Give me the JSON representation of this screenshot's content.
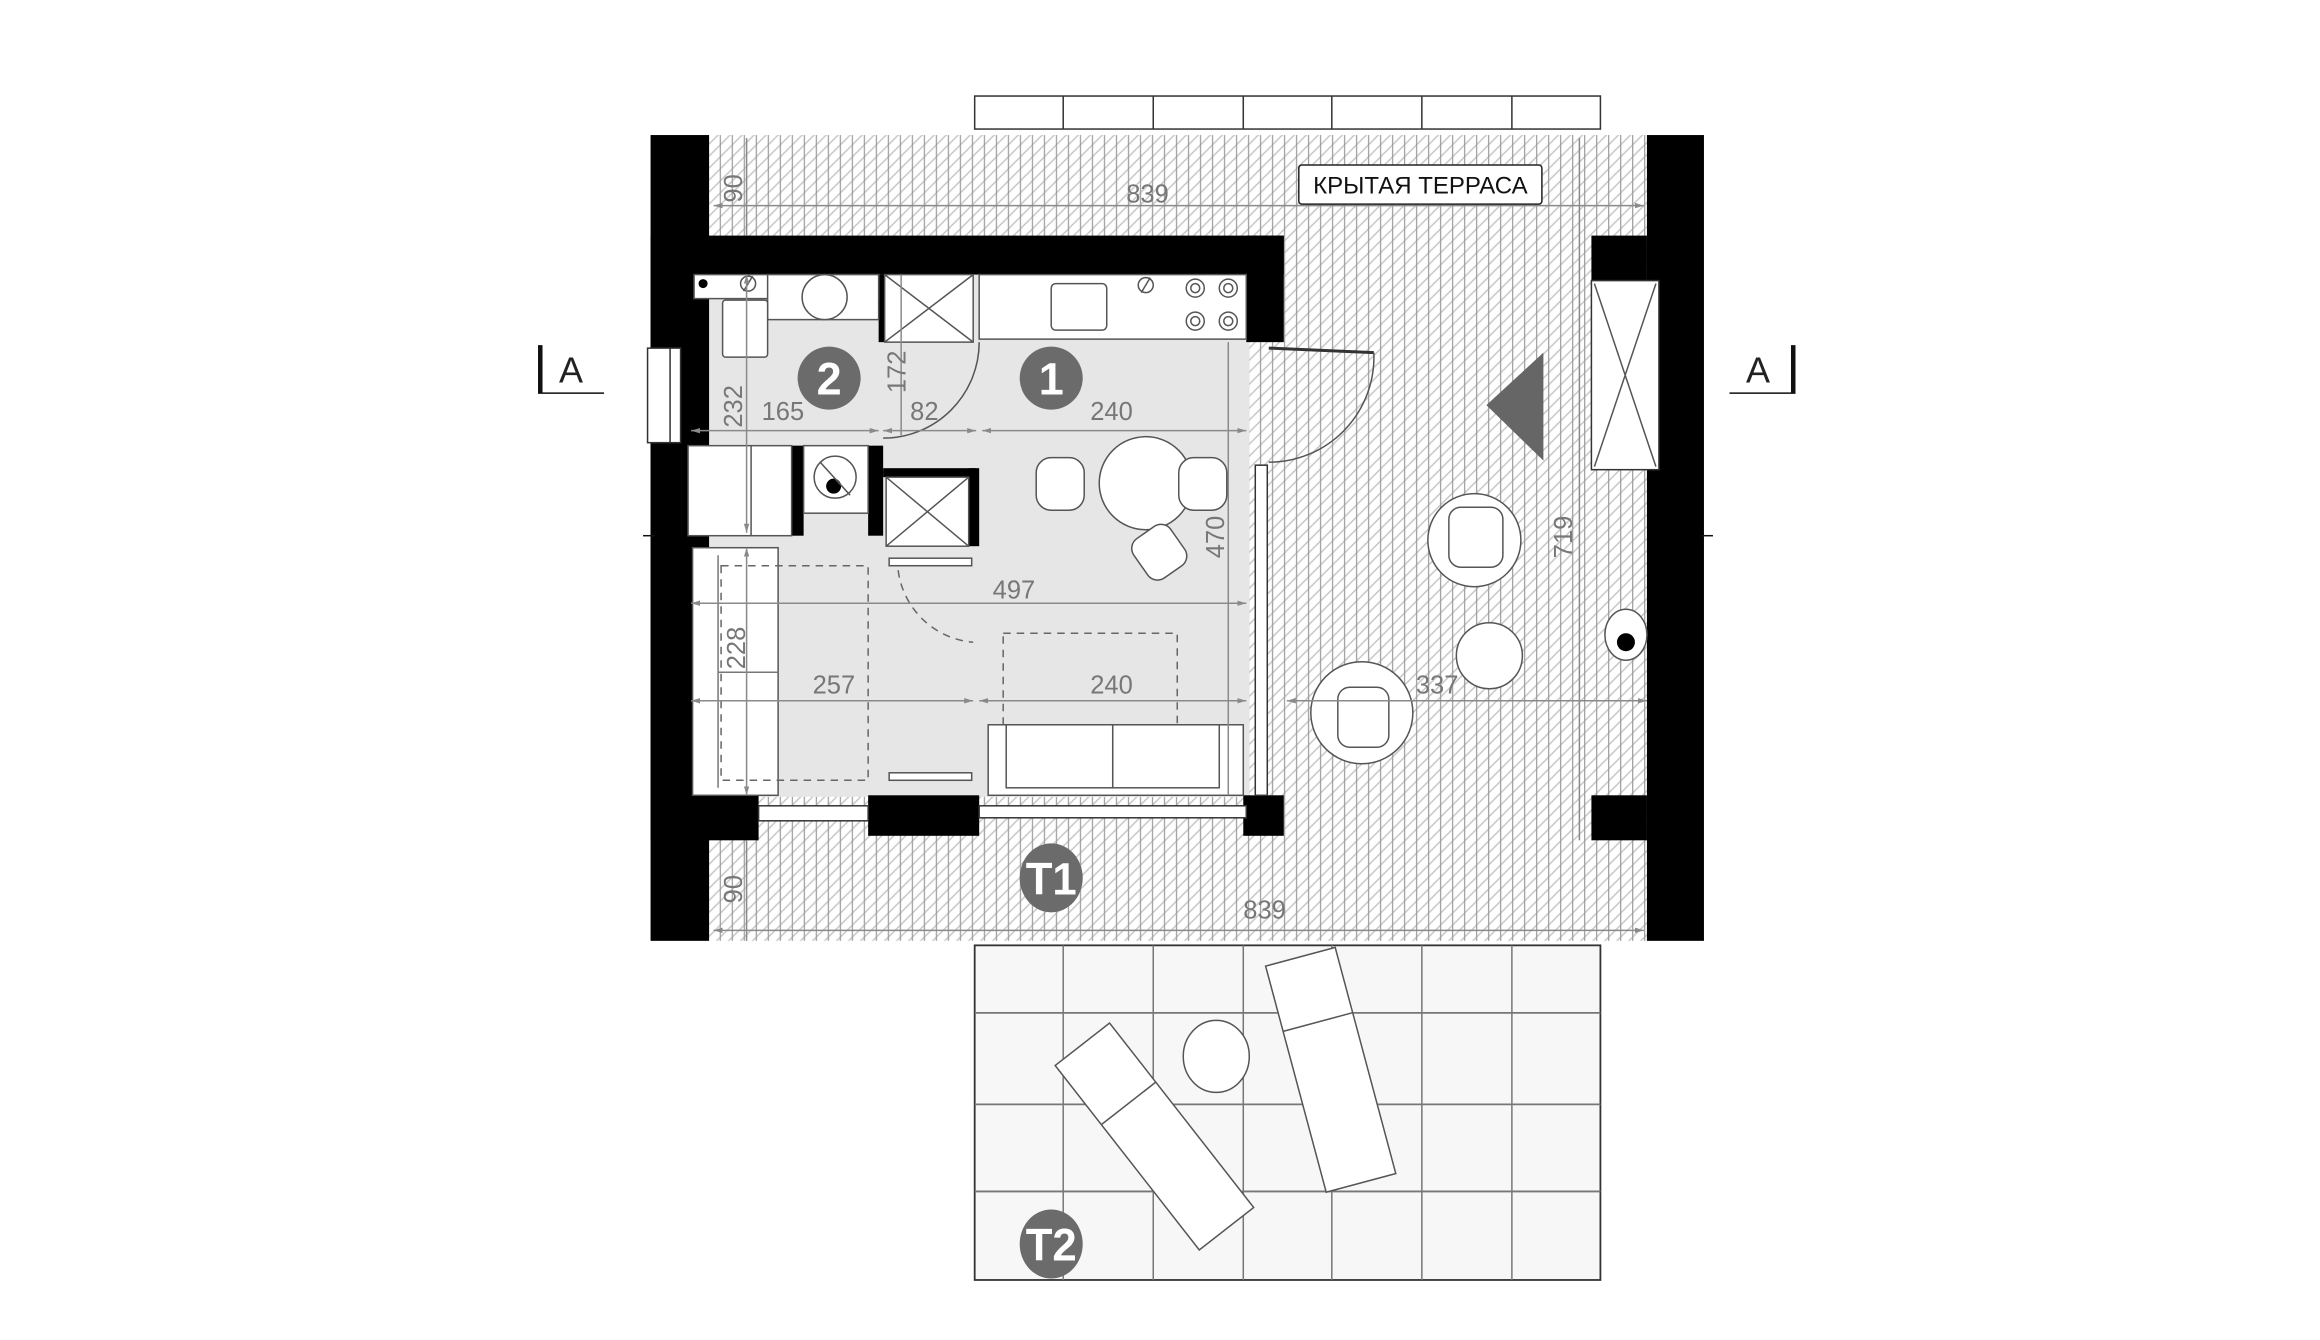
{
  "terrace_label": "КРЫТАЯ ТЕРРАСА",
  "section_marks": {
    "left": "A",
    "right": "A"
  },
  "rooms": {
    "r1": "1",
    "r2": "2",
    "t1": "T1",
    "t2": "T2"
  },
  "dimensions": {
    "top_width": "839",
    "top_depth": "90",
    "bath_height": "232",
    "bath_width": "165",
    "door_gap": "82",
    "shaft_height": "172",
    "kitchen_width": "240",
    "living_height": "470",
    "interior_width": "497",
    "bed_height": "228",
    "bedroom_width": "257",
    "sofa_width": "240",
    "terrace_width": "337",
    "terrace_height": "719",
    "bottom_depth": "90",
    "bottom_width": "839"
  },
  "colors": {
    "wall": "#000000",
    "floor": "#e6e6e6",
    "badge": "#6b6b6b",
    "dimension": "#8a8a8a"
  }
}
